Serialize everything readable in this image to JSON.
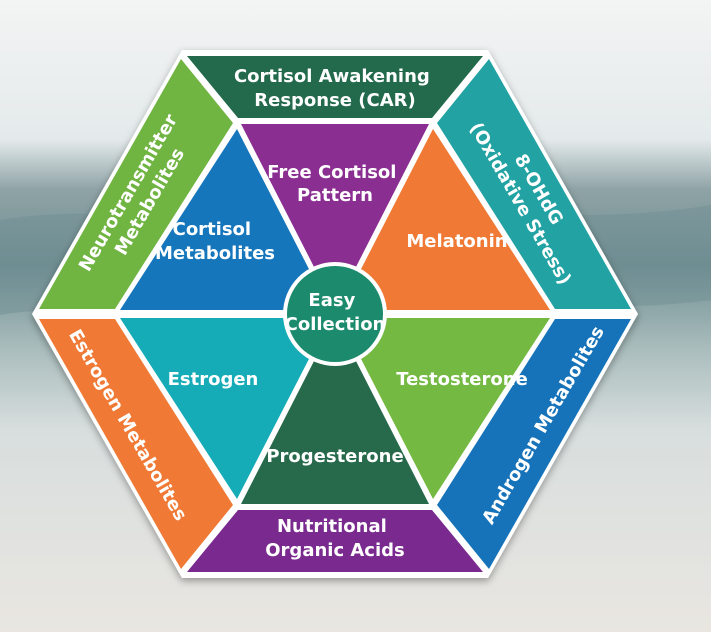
{
  "center": {
    "line1": "Easy",
    "line2": "Collection",
    "color": "#1f8a6c"
  },
  "outer_sections": {
    "top": {
      "line1": "Cortisol Awakening",
      "line2": "Response (CAR)",
      "color": "#246b4c"
    },
    "upper_right": {
      "line1": "8-OHdG",
      "line2": "(Oxidative Stress)",
      "color": "#21a2a3"
    },
    "lower_right": {
      "line1": "Androgen Metabolites",
      "line2": "",
      "color": "#1773b9"
    },
    "bottom": {
      "line1": "Nutritional",
      "line2": "Organic Acids",
      "color": "#7a2b8f"
    },
    "lower_left": {
      "line1": "Estrogen Metabolites",
      "line2": "",
      "color": "#f07a35"
    },
    "upper_left": {
      "line1": "Neurotransmitter",
      "line2": "Metabolites",
      "color": "#6fb443"
    }
  },
  "inner_sections": {
    "top": {
      "line1": "Free Cortisol",
      "line2": "Pattern",
      "color": "#8b2d91"
    },
    "upper_right": {
      "line1": "Melatonin",
      "line2": "",
      "color": "#f07a35"
    },
    "lower_right": {
      "line1": "Testosterone",
      "line2": "",
      "color": "#73b943"
    },
    "bottom": {
      "line1": "Progesterone",
      "line2": "",
      "color": "#256a4b"
    },
    "lower_left": {
      "line1": "Estrogen",
      "line2": "",
      "color": "#13acb7"
    },
    "upper_left": {
      "line1": "Cortisol",
      "line2": "Metabolites",
      "color": "#1876bc"
    }
  }
}
